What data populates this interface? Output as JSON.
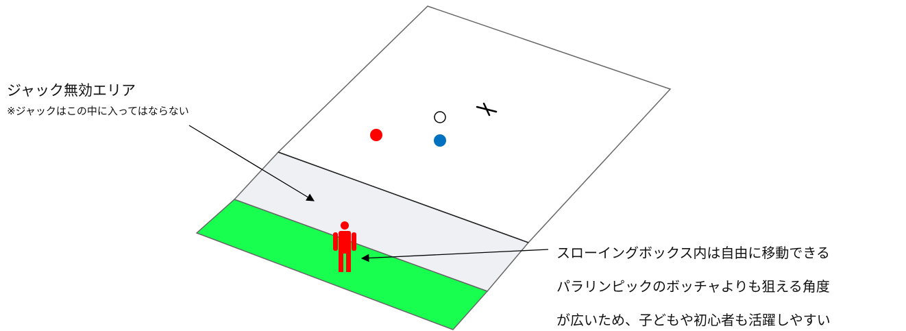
{
  "jack_area": {
    "title": "ジャック無効エリア",
    "note": "※ジャックはこの中に入ってはならない"
  },
  "throwing_box": {
    "description_lines": [
      "スローイングボックス内は自由に移動できる",
      "パラリンピックのボッチャよりも狙える角度",
      "が広いため、子どもや初心者も活躍しやすい"
    ]
  },
  "colors": {
    "court_border": "#666666",
    "court_fill": "#ffffff",
    "jack_area_fill": "#eff0f3",
    "throwing_box_fill": "#19ff50",
    "red_ball": "#ff0000",
    "blue_ball": "#0070c0",
    "white_ball": "#ffffff",
    "player": "#ff0000",
    "arrow": "#000000"
  },
  "icons": {
    "cross_mark": "cross-icon",
    "player": "person-icon"
  }
}
